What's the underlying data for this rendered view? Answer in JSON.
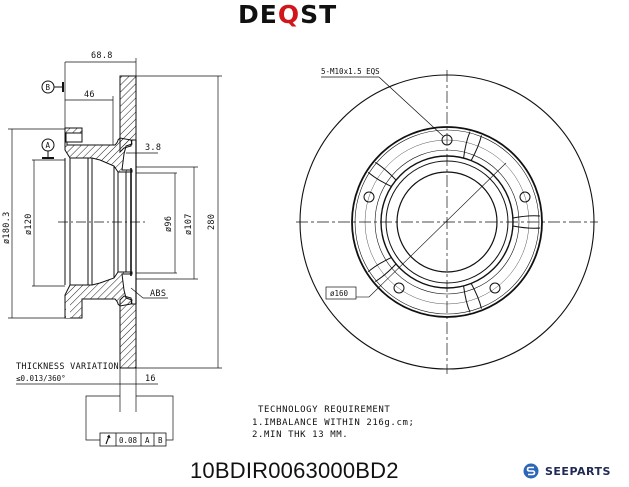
{
  "brand": {
    "prefix": "DE",
    "highlight": "Q",
    "suffix": "ST",
    "accent_color": "#d0161b"
  },
  "part_number": "10BDIR0063000BD2",
  "watermark": {
    "logo_icon": "seeparts-s-icon",
    "text": "SEEPARTS",
    "color": "#1f2a55"
  },
  "section_view": {
    "dimensions": {
      "overall_height": "68.8",
      "hat_depth": "46",
      "abs_offset": "3.8",
      "flange_diameter": "ø180.3",
      "centering_diameter": "ø120",
      "bore_diameter": "ø96",
      "abs_ring_diameter": "ø107",
      "outer_diameter": "280",
      "disc_thickness": "16"
    },
    "datums": {
      "a": "A",
      "b": "B"
    },
    "callouts": {
      "abs": "ABS"
    },
    "thickness_variation": {
      "label": "THICKNESS VARIATION",
      "value": "≤0.013/360°"
    },
    "runout_frame": {
      "symbol": "runout-arrow-icon",
      "tolerance": "0.08",
      "datum_1": "A",
      "datum_2": "B"
    }
  },
  "front_view": {
    "bolt_callout": "5-M10x1.5 EQS",
    "pcd_label": "ø160",
    "bolt_count": 5
  },
  "technology_requirement": {
    "title": "TECHNOLOGY REQUIREMENT",
    "items": [
      "1.IMBALANCE WITHIN 216g.cm;",
      "2.MIN THK 13 MM."
    ]
  }
}
